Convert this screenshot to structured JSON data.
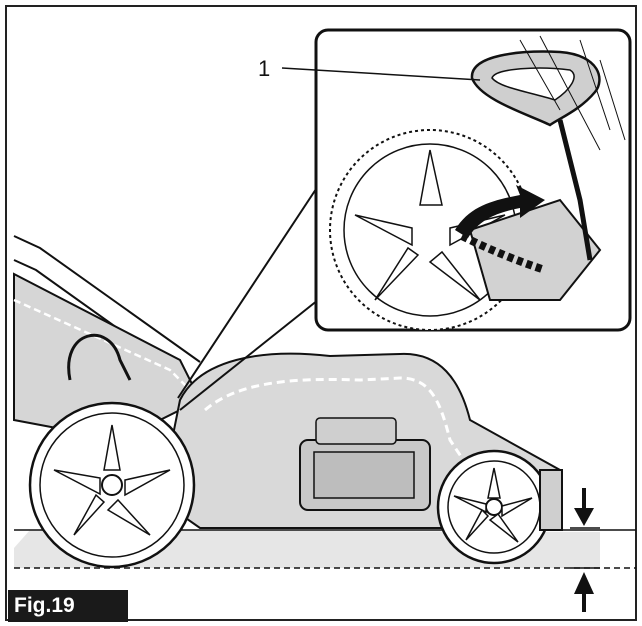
{
  "figure": {
    "label": "Fig.19",
    "callout_number": "1"
  },
  "icons": {
    "lever": "height-adjust-lever",
    "arrow": "rotation-arrow-icon",
    "height_arrows": "cutting-height-arrows"
  },
  "colors": {
    "line": "#111111",
    "body_fill": "#d9d9d9",
    "ground_fill": "#e6e6e6",
    "badge": "#1a1a1a"
  }
}
